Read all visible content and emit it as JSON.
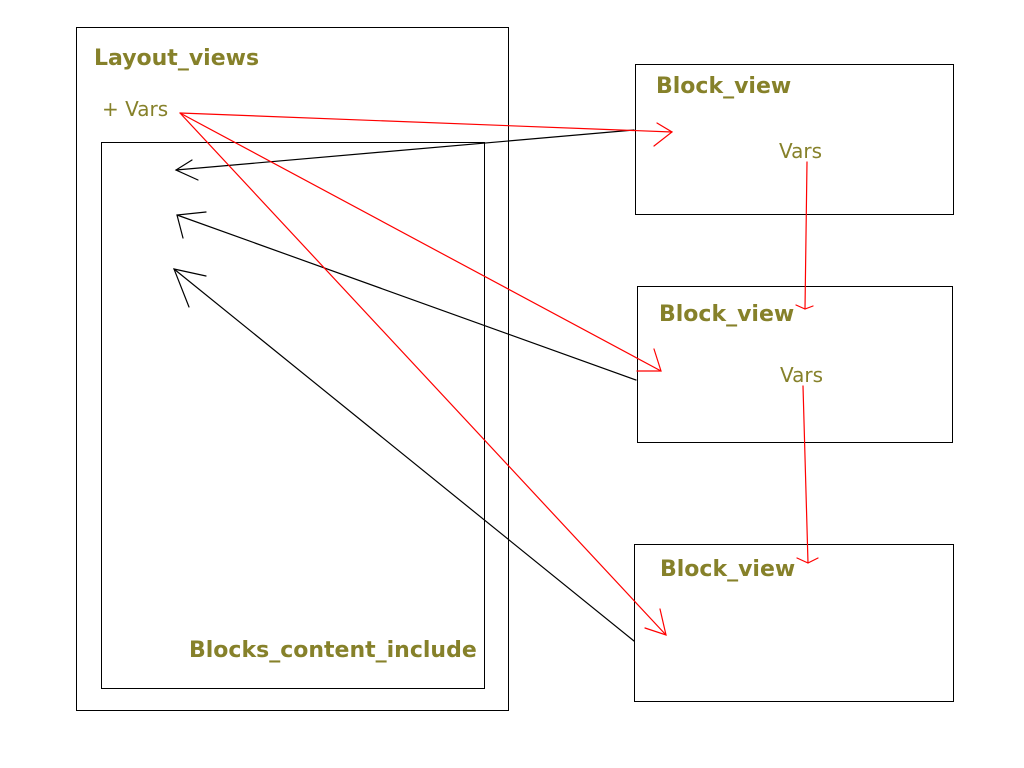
{
  "colors": {
    "label": "#86812a",
    "box_border": "#000000",
    "data_arrow": "#ff0000",
    "include_arrow": "#000000"
  },
  "layout_views": {
    "title": "Layout_views",
    "vars_label": "+ Vars",
    "inner_title": "Blocks_content_include"
  },
  "blocks": [
    {
      "title": "Block_view",
      "vars_label": "Vars"
    },
    {
      "title": "Block_view",
      "vars_label": "Vars"
    },
    {
      "title": "Block_view"
    }
  ]
}
